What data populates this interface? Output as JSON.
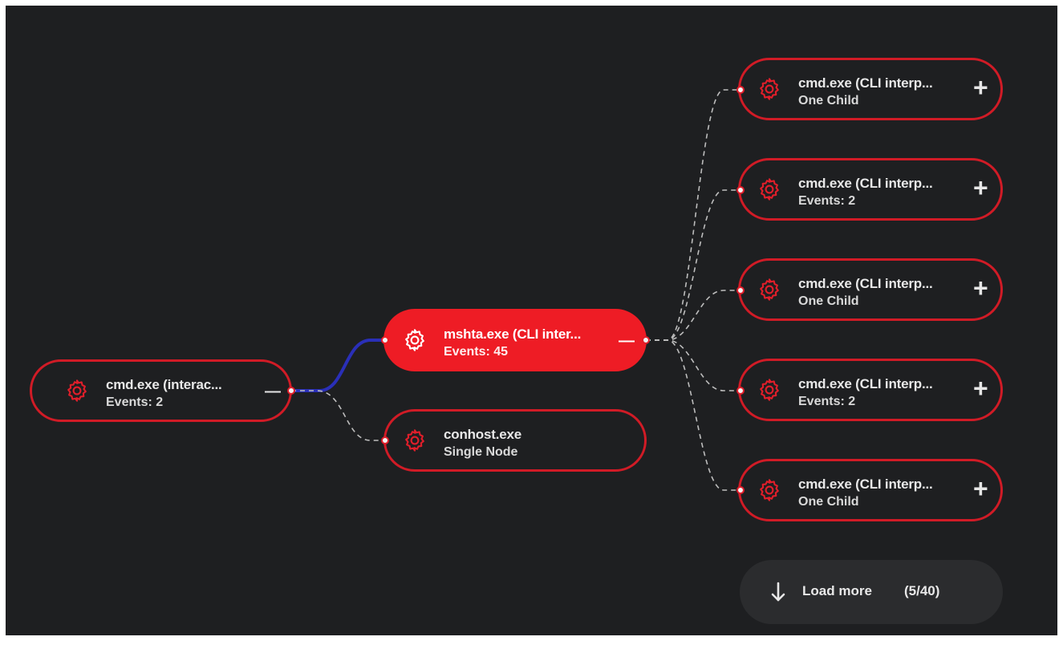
{
  "colors": {
    "background": "#1e1f21",
    "node_border": "#d11b26",
    "active_node": "#ee1c25",
    "active_edge": "#2a2fb8",
    "inactive_edge": "#bdbdbd"
  },
  "root": {
    "title": "cmd.exe (interac...",
    "subtitle": "Events: 2",
    "toggle": "—",
    "icon": "gear-icon"
  },
  "middle": [
    {
      "title": "mshta.exe (CLI inter...",
      "subtitle": "Events: 45",
      "toggle": "—",
      "icon": "gear-icon",
      "selected": true
    },
    {
      "title": "conhost.exe",
      "subtitle": "Single Node",
      "icon": "gear-icon",
      "selected": false
    }
  ],
  "children": [
    {
      "title": "cmd.exe (CLI interp...",
      "subtitle": "One Child",
      "toggle": "+",
      "icon": "gear-icon"
    },
    {
      "title": "cmd.exe (CLI interp...",
      "subtitle": "Events: 2",
      "toggle": "+",
      "icon": "gear-icon"
    },
    {
      "title": "cmd.exe (CLI interp...",
      "subtitle": "One Child",
      "toggle": "+",
      "icon": "gear-icon"
    },
    {
      "title": "cmd.exe (CLI interp...",
      "subtitle": "Events: 2",
      "toggle": "+",
      "icon": "gear-icon"
    },
    {
      "title": "cmd.exe (CLI interp...",
      "subtitle": "One Child",
      "toggle": "+",
      "icon": "gear-icon"
    }
  ],
  "load_more": {
    "label": "Load more",
    "count": "(5/40)",
    "icon": "arrow-down-icon"
  }
}
